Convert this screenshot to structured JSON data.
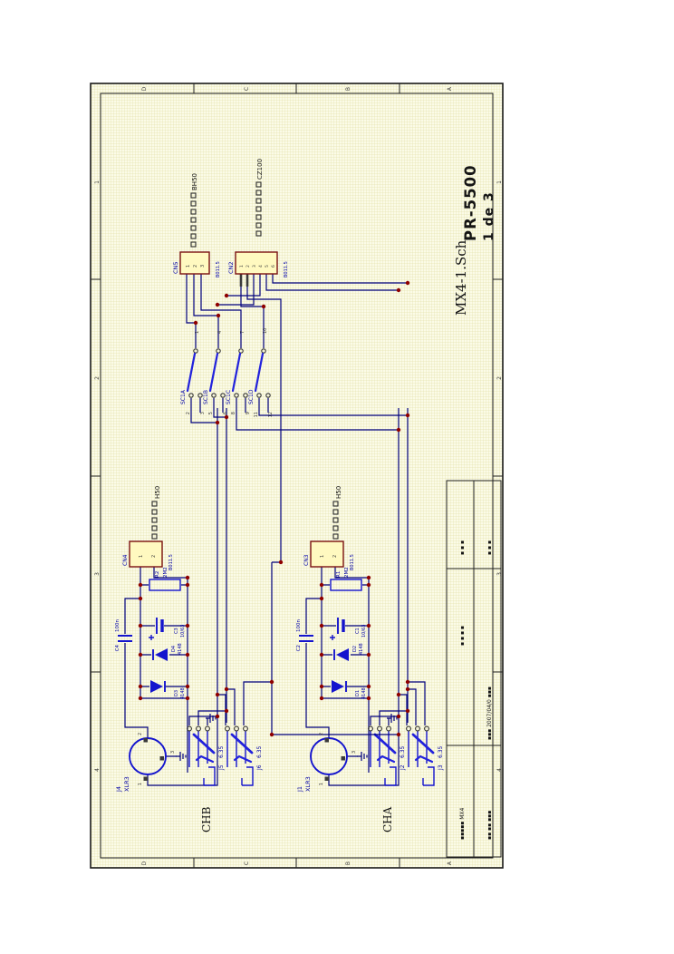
{
  "sheet": {
    "project_title": "PR-5500",
    "sheet_of": "1 de 3",
    "doc_name": "MX4-1.Sch",
    "zones_h": [
      "4",
      "3",
      "2",
      "1"
    ],
    "zones_v": [
      "D",
      "C",
      "B",
      "A"
    ],
    "xlr_pins": [
      "2",
      "1",
      "3"
    ]
  },
  "colors": {
    "sheet_bg": "#FBFBE7",
    "wire": "#00007D",
    "component": "#1414CE",
    "junction": "#8E0000",
    "connector_fill": "#FFF9C0",
    "connector_stroke": "#7A1010",
    "refdes_text": "#0000A8"
  },
  "rev_table": {
    "row1": [
      "▪▪▪▪▪  MX4",
      "▪ ▪ ▪ ▪",
      "▪ ▪ ▪"
    ],
    "row2": [
      "▪▪ ▪▪ ▪▪▪",
      "▪▪▪  2007/04/0  ▪▪▪",
      "▪ ▪ ▪"
    ]
  },
  "channels": [
    {
      "label": "CHB",
      "xlr_ref": "J4",
      "xlr_type": "XLR3",
      "jack1_ref": "J5",
      "jack1_val": "6.35",
      "jack2_ref": "J6",
      "jack2_val": "6.35",
      "res_ref": "R2",
      "res_val": "2M2",
      "cser_ref": "C4",
      "cser_val": "100n",
      "cel_ref": "C3",
      "cel_val": "10/63",
      "d1_ref": "D3",
      "d1_val": "4148",
      "d2_ref": "D4",
      "d2_val": "4148",
      "cn_ref": "CN4",
      "cn_pins": [
        "1",
        "2"
      ],
      "cn_type": "B011.5",
      "flag": "H50"
    },
    {
      "label": "CHA",
      "xlr_ref": "J1",
      "xlr_type": "XLR3",
      "jack1_ref": "J2",
      "jack1_val": "6.35",
      "jack2_ref": "J3",
      "jack2_val": "6.35",
      "res_ref": "R1",
      "res_val": "2M2",
      "cser_ref": "C2",
      "cser_val": "100n",
      "cel_ref": "C1",
      "cel_val": "10/63",
      "d1_ref": "D1",
      "d1_val": "4148",
      "d2_ref": "D2",
      "d2_val": "4148",
      "cn_ref": "CN3",
      "cn_pins": [
        "1",
        "2"
      ],
      "cn_type": "B011.5",
      "flag": "H50"
    }
  ],
  "switches": {
    "labels": [
      "SC1A",
      "SC1B",
      "SC1C",
      "SC1D"
    ],
    "pins": [
      [
        "1",
        "2",
        "3"
      ],
      [
        "4",
        "5",
        "6"
      ],
      [
        "7",
        "8",
        "9"
      ],
      [
        "10",
        "11",
        "12"
      ]
    ]
  },
  "headers": [
    {
      "ref": "CN5",
      "type": "B011.5",
      "pins": [
        "1",
        "2",
        "3"
      ],
      "flag": "BH50"
    },
    {
      "ref": "CN2",
      "type": "B011.5",
      "pins": [
        "1",
        "2",
        "3",
        "4",
        "5",
        "6"
      ],
      "flag": "CZ100"
    }
  ]
}
